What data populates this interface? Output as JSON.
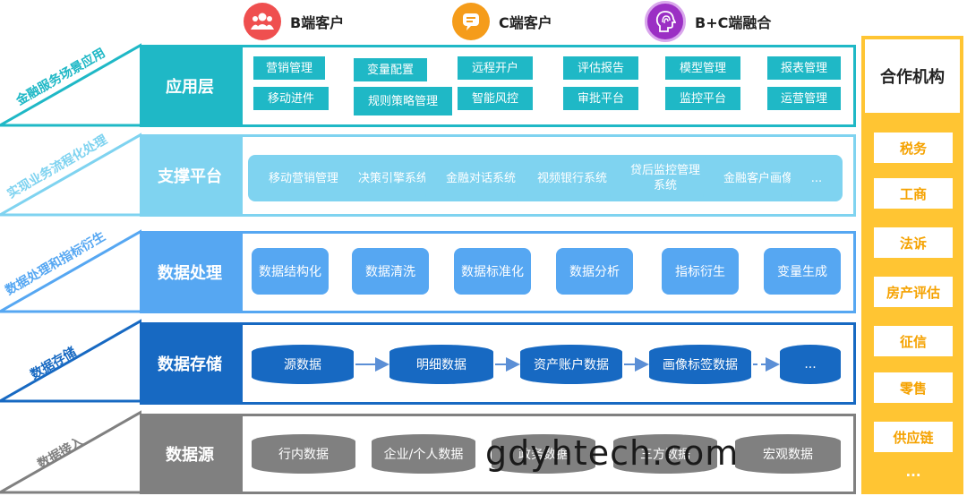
{
  "clients": [
    {
      "label": "B端客户",
      "icon": "people-icon",
      "color": "#ef4f4f"
    },
    {
      "label": "C端客户",
      "icon": "chat-icon",
      "color": "#f59c1a"
    },
    {
      "label": "B+C端融合",
      "icon": "fingerprint-head-icon",
      "color": "#9b2fc4"
    }
  ],
  "ribbons": [
    {
      "label": "金融服务场景应用",
      "color": "#1fb8c6"
    },
    {
      "label": "实现业务流程化处理",
      "color": "#7fd3f0"
    },
    {
      "label": "数据处理和指标衍生",
      "color": "#56a7f2"
    },
    {
      "label": "数据存储",
      "color": "#1769c2"
    },
    {
      "label": "数据接入",
      "color": "#808080"
    }
  ],
  "layers": {
    "app": {
      "title": "应用层",
      "color": "#1fb8c6",
      "items": [
        "营销管理",
        "变量配置",
        "远程开户",
        "评估报告",
        "模型管理",
        "报表管理",
        "移动进件",
        "规则策略管理",
        "智能风控",
        "审批平台",
        "监控平台",
        "运营管理"
      ]
    },
    "support": {
      "title": "支撑平台",
      "color": "#7fd3f0",
      "items": [
        "移动营销管理",
        "决策引擎系统",
        "金融对话系统",
        "视频银行系统",
        "贷后监控管理系统",
        "金融客户画像",
        "..."
      ]
    },
    "processing": {
      "title": "数据处理",
      "color": "#56a7f2",
      "items": [
        "数据结构化",
        "数据清洗",
        "数据标准化",
        "数据分析",
        "指标衍生",
        "变量生成"
      ]
    },
    "storage": {
      "title": "数据存储",
      "color": "#1769c2",
      "items": [
        "源数据",
        "明细数据",
        "资产账户数据",
        "画像标签数据",
        "..."
      ]
    },
    "source": {
      "title": "数据源",
      "color": "#808080",
      "items": [
        "行内数据",
        "企业/个人数据",
        "政务数据",
        "三方数据",
        "宏观数据"
      ]
    }
  },
  "partners": {
    "title": "合作机构",
    "color": "#ffc533",
    "items": [
      "税务",
      "工商",
      "法诉",
      "房产评估",
      "征信",
      "零售",
      "供应链",
      "..."
    ]
  },
  "watermark": "gdyhtech.com"
}
